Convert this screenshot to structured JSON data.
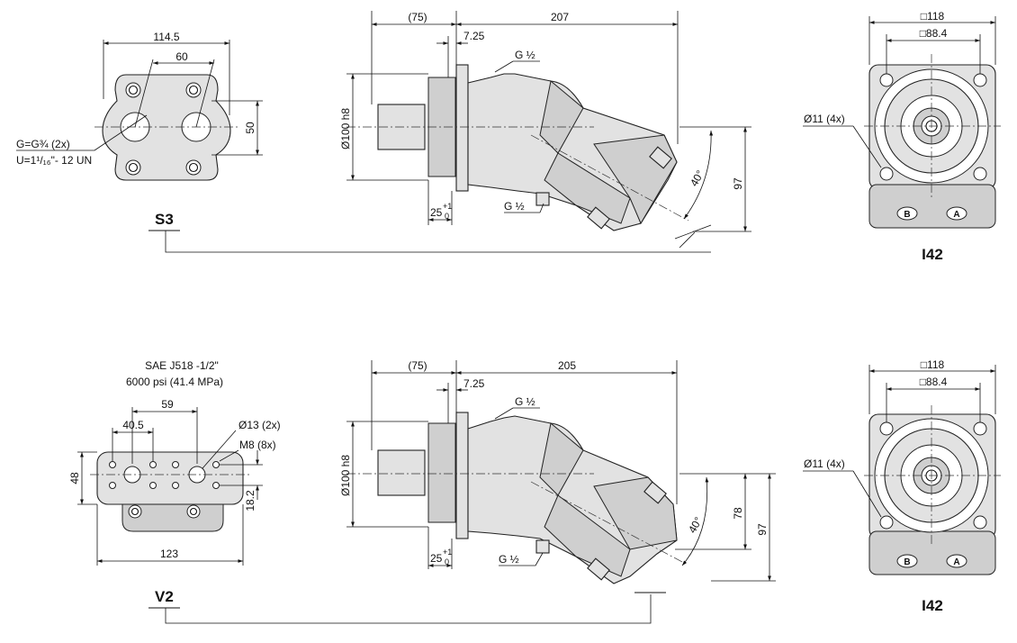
{
  "variant_s3": {
    "label": "S3",
    "front": {
      "dim_width": "114.5",
      "dim_port_spacing": "60",
      "dim_height": "50",
      "port_note_1": "G=G¾ (2x)",
      "port_note_2": "U=1¹/₁₆\"- 12 UN"
    },
    "side": {
      "dim_shaft_length": "(75)",
      "dim_overall": "207",
      "dim_flange": "7.25",
      "dim_pilot": "Ø100 h8",
      "dim_shaft_offset": "25",
      "dim_tol_upper": "+1",
      "dim_tol_lower": "0",
      "dim_height": "97",
      "dim_angle": "40°",
      "port_top": "G ½",
      "port_bottom": "G ½"
    },
    "rear": {
      "dim_outer": "□118",
      "dim_inner": "□88.4",
      "dim_holes": "Ø11 (4x)",
      "port_b": "B",
      "port_a": "A",
      "label": "I42"
    }
  },
  "variant_v2": {
    "label": "V2",
    "front": {
      "spec_1": "SAE J518 -1/2\"",
      "spec_2": "6000 psi  (41.4 MPa)",
      "dim_port_spacing": "59",
      "dim_bolt_spacing": "40.5",
      "dim_holes": "Ø13 (2x)",
      "dim_threads": "M8 (8x)",
      "dim_height": "48",
      "dim_bolt_height": "18.2",
      "dim_width": "123"
    },
    "side": {
      "dim_shaft_length": "(75)",
      "dim_overall": "205",
      "dim_flange": "7.25",
      "dim_pilot": "Ø100 h8",
      "dim_shaft_offset": "25",
      "dim_tol_upper": "+1",
      "dim_tol_lower": "0",
      "dim_height_inner": "78",
      "dim_height": "97",
      "dim_angle": "40°",
      "port_top": "G ½",
      "port_bottom": "G ½"
    },
    "rear": {
      "dim_outer": "□118",
      "dim_inner": "□88.4",
      "dim_holes": "Ø11 (4x)",
      "port_b": "B",
      "port_a": "A",
      "label": "I42"
    }
  }
}
